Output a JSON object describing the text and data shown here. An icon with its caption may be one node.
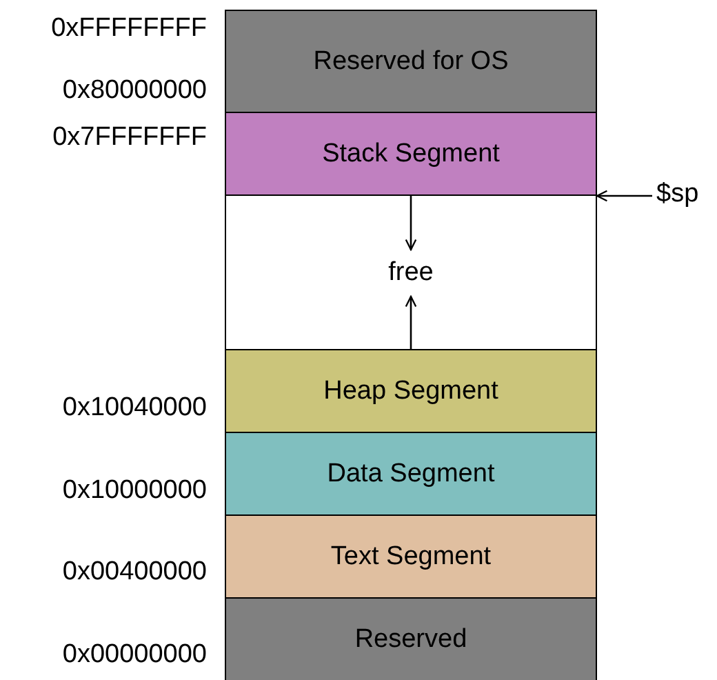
{
  "diagram": {
    "nodes": [
      {
        "text": [
          "Reserved for OS"
        ]
      },
      {
        "text": [
          "Stack Segment"
        ]
      },
      {
        "text": [
          "free"
        ]
      },
      {
        "text": [
          "Heap Segment"
        ]
      },
      {
        "text": [
          "Data Segment"
        ]
      },
      {
        "text": [
          "Text Segment"
        ]
      },
      {
        "text": [
          "Reserved"
        ]
      },
      {
        "text": [
          "$sp"
        ]
      }
    ],
    "edges": [
      {
        "from": 7,
        "to": 1,
        "arrow": "to"
      },
      {
        "from": 1,
        "to": 2,
        "arrow": "to"
      },
      {
        "from": 3,
        "to": 2,
        "arrow": "to"
      }
    ],
    "labels": [
      "0xFFFFFFFF",
      "0x80000000",
      "0x7FFFFFFF",
      "0x10040000",
      "0x10000000",
      "0x00400000",
      "0x00000000"
    ]
  }
}
